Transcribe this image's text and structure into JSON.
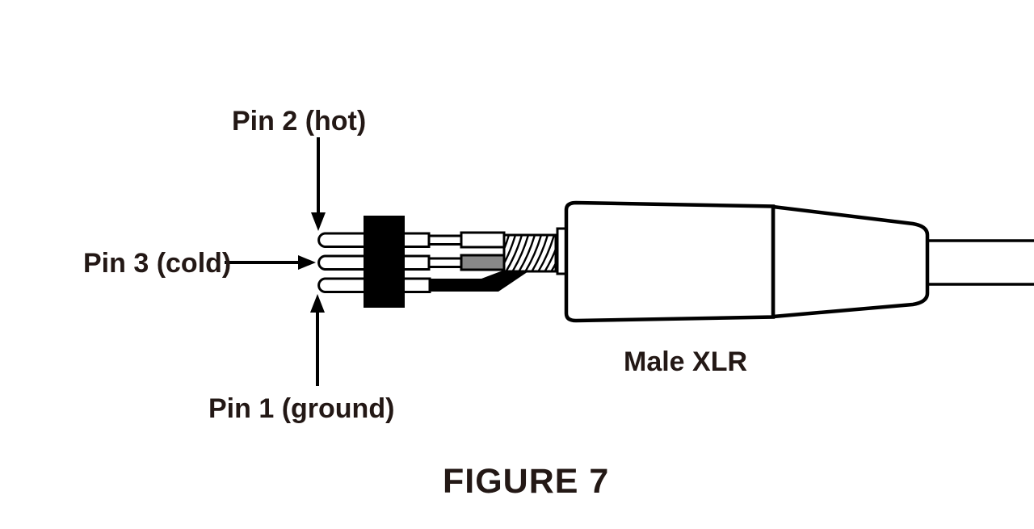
{
  "figure": {
    "caption": "FIGURE 7",
    "connector_label": "Male XLR",
    "pin_labels": {
      "pin2": "Pin 2 (hot)",
      "pin3": "Pin 3 (cold)",
      "pin1": "Pin 1 (ground)"
    },
    "colors": {
      "line": "#000000",
      "text": "#231815",
      "shield_gray": "#888888",
      "background": "#ffffff"
    }
  }
}
